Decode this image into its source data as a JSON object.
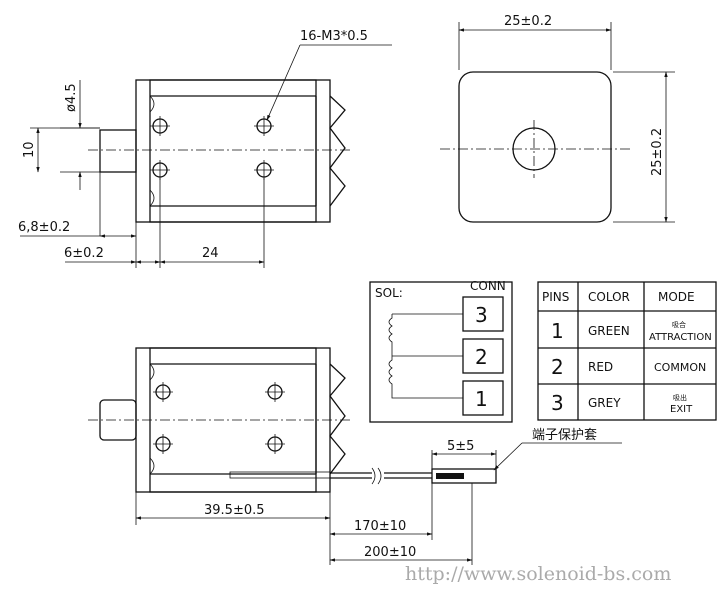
{
  "dimensions": {
    "thread": "16-M3*0.5",
    "width_top": "25±0.2",
    "height_side": "25±0.2",
    "plunger_dia": "ø4.5",
    "ten": "10",
    "d68": "6,8±0.2",
    "d6": "6±0.2",
    "d24": "24",
    "d395": "39.5±0.5",
    "d170": "170±10",
    "d200": "200±10",
    "d5": "5±5"
  },
  "connector": {
    "sol_label": "SOL:",
    "conn_label": "CONN",
    "pins": [
      "3",
      "2",
      "1"
    ]
  },
  "table": {
    "headers": [
      "PINS",
      "COLOR",
      "MODE"
    ],
    "rows": [
      {
        "pin": "1",
        "color": "GREEN",
        "mode_cn": "吸合",
        "mode": "ATTRACTION"
      },
      {
        "pin": "2",
        "color": "RED",
        "mode_cn": "",
        "mode": "COMMON"
      },
      {
        "pin": "3",
        "color": "GREY",
        "mode_cn": "吸出",
        "mode": "EXIT"
      }
    ]
  },
  "sleeve_label": "端子保护套",
  "watermark": "http://www.solenoid-bs.com"
}
